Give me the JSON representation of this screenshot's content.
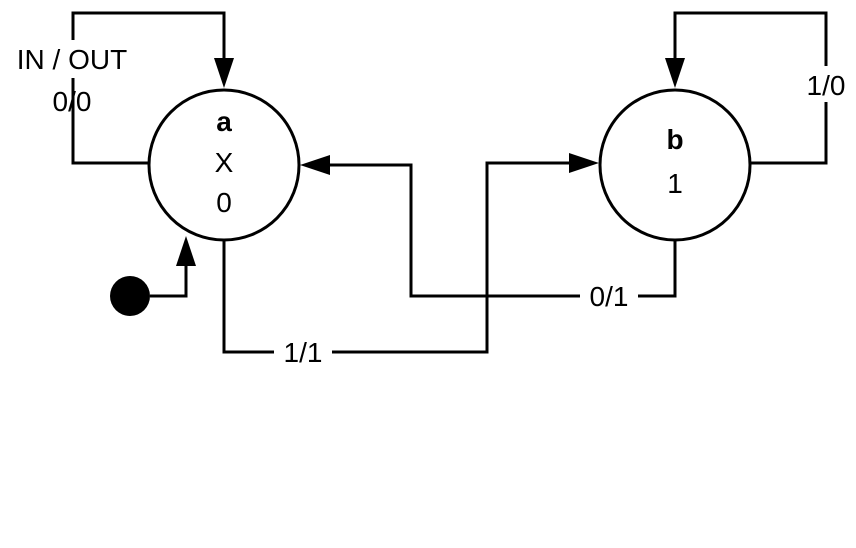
{
  "legend": {
    "line1": "IN / OUT",
    "line2": "0/0"
  },
  "states": {
    "a": {
      "name": "a",
      "var": "X",
      "output": "0"
    },
    "b": {
      "name": "b",
      "output": "1"
    }
  },
  "transitions": {
    "b_self": "1/0",
    "b_to_a": "0/1",
    "a_to_b": "1/1"
  },
  "colors": {
    "stroke": "#000000",
    "background": "#ffffff"
  }
}
